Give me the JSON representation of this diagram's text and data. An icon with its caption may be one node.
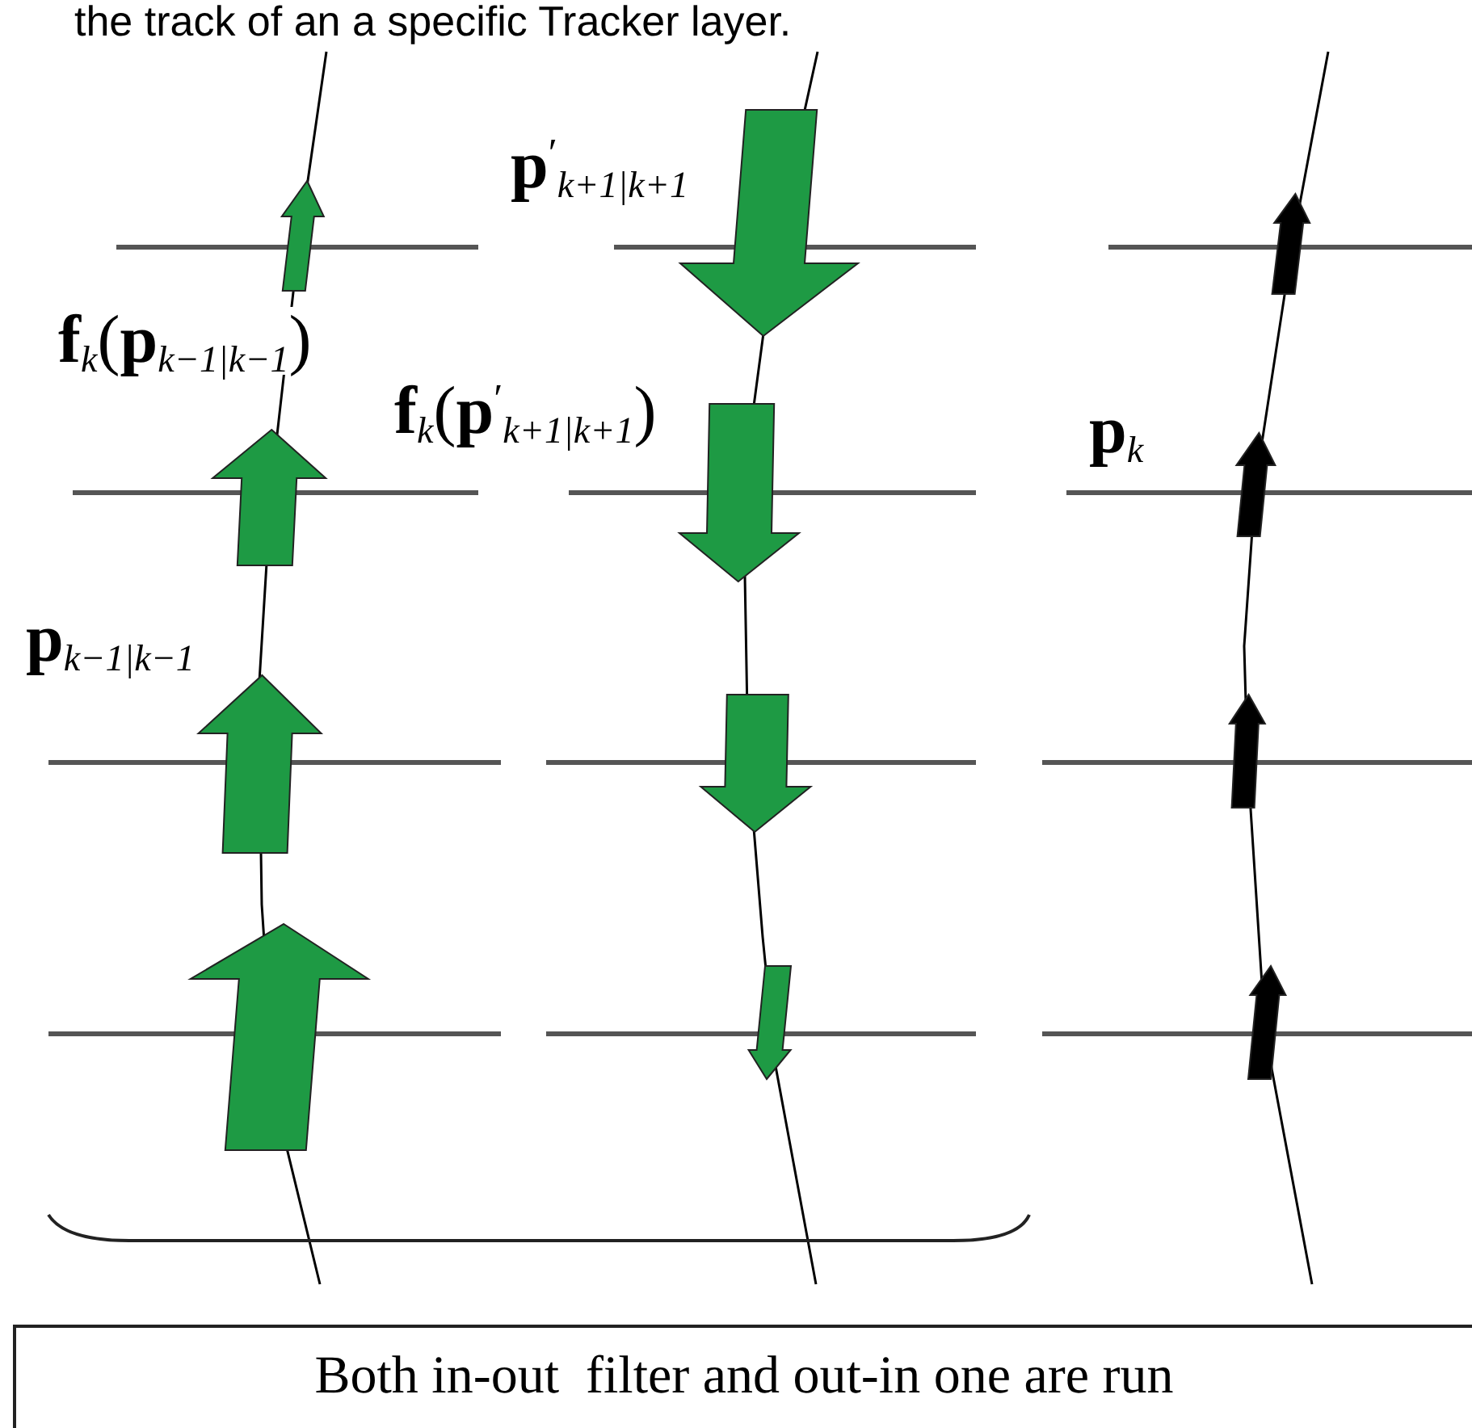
{
  "diagram": {
    "nodes": [
      {
        "text": [
          "Both in-out  filter and out-in one are run"
        ]
      }
    ],
    "labels": [
      "the track of an a specific Tracker layer.",
      "**p**$^{′}$$_{k+1|k+1}$",
      "**f**$_{k}$(**p**$_{k−1|k−1}$)",
      "**f**$_{k}$(**p**$^{′}$$_{k+1|k+1}$)",
      "**p**$_{k}$",
      "**p**$_{k−1|k−1}$"
    ]
  }
}
